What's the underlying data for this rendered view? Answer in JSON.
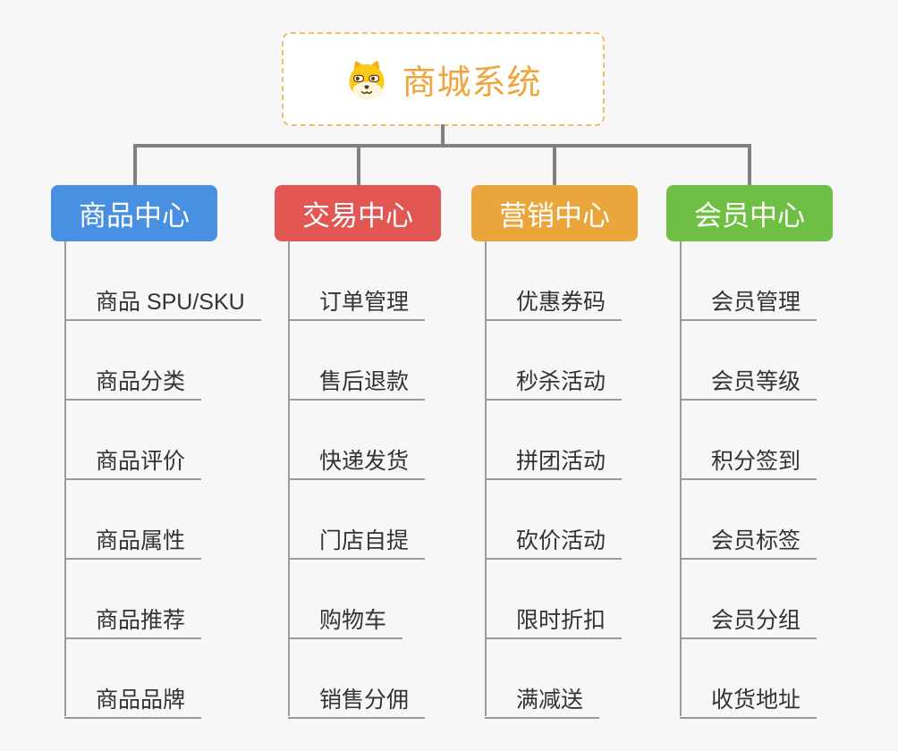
{
  "root": {
    "title": "商城系统",
    "icon": "dog-face-icon",
    "text_color": "#f0a43e",
    "border_color": "#f3bd66",
    "background": "#ffffff"
  },
  "connectors": {
    "tree_line_color": "#808080",
    "leaf_line_color": "#9b9b9b",
    "leaf_text_color": "#333333"
  },
  "page_background": "#f7f7f7",
  "branches": [
    {
      "label": "商品中心",
      "color": "#4a90e2",
      "items": [
        "商品 SPU/SKU",
        "商品分类",
        "商品评价",
        "商品属性",
        "商品推荐",
        "商品品牌"
      ]
    },
    {
      "label": "交易中心",
      "color": "#e25753",
      "items": [
        "订单管理",
        "售后退款",
        "快递发货",
        "门店自提",
        "购物车",
        "销售分佣"
      ]
    },
    {
      "label": "营销中心",
      "color": "#eba63b",
      "items": [
        "优惠券码",
        "秒杀活动",
        "拼团活动",
        "砍价活动",
        "限时折扣",
        "满减送"
      ]
    },
    {
      "label": "会员中心",
      "color": "#6fbf44",
      "items": [
        "会员管理",
        "会员等级",
        "积分签到",
        "会员标签",
        "会员分组",
        "收货地址"
      ]
    }
  ]
}
